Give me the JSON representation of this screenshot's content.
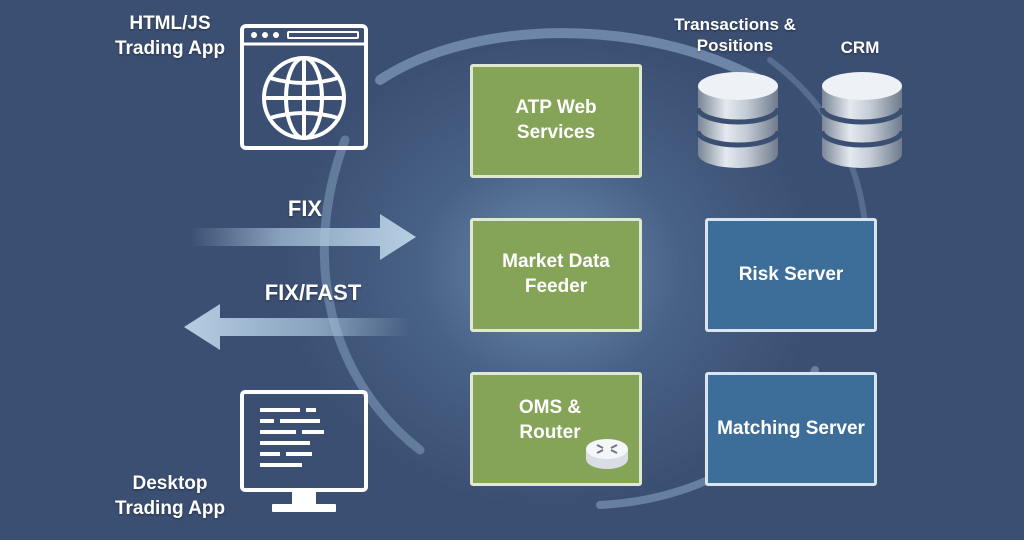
{
  "clients": {
    "web_app_label": "HTML/JS\nTrading App",
    "desktop_app_label": "Desktop\nTrading App"
  },
  "protocols": {
    "inbound": "FIX",
    "outbound": "FIX/FAST"
  },
  "databases": {
    "transactions_label": "Transactions &\nPositions",
    "crm_label": "CRM"
  },
  "components": {
    "atp_web_services": "ATP Web\nServices",
    "market_data_feeder": "Market Data\nFeeder",
    "oms_router": "OMS &\nRouter",
    "risk_server": "Risk Server",
    "matching_server": "Matching Server"
  },
  "colors": {
    "background": "#3b4f72",
    "green_box": "#85a457",
    "blue_box": "#3d6e99",
    "arrow": "#a9c4dd"
  }
}
